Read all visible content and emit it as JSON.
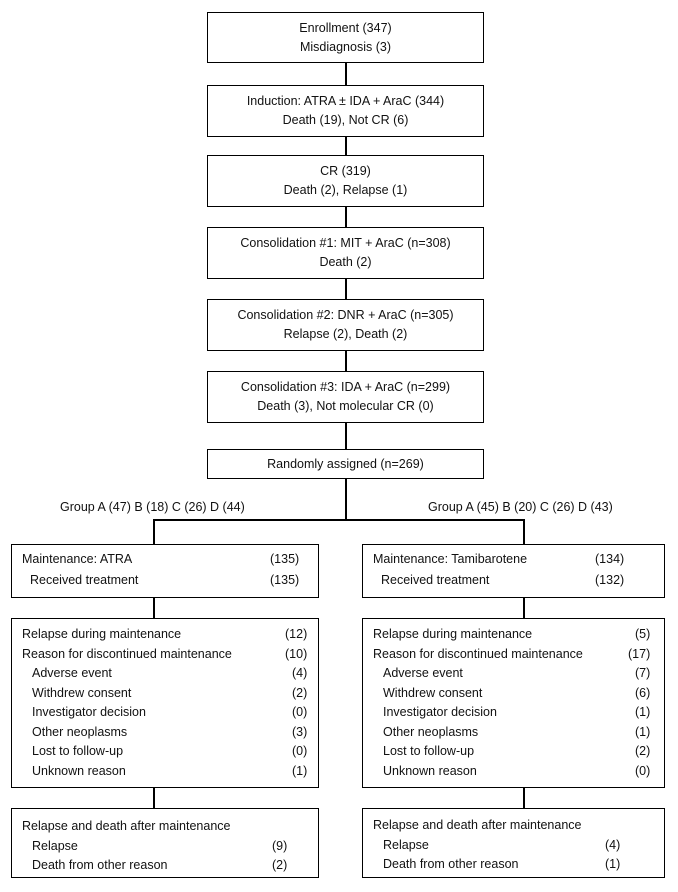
{
  "flow": {
    "enrollment": {
      "line1": "Enrollment (347)",
      "line2": "Misdiagnosis (3)"
    },
    "induction": {
      "line1": "Induction: ATRA ± IDA + AraC (344)",
      "line2": "Death (19), Not CR (6)"
    },
    "cr": {
      "line1": "CR (319)",
      "line2": "Death (2), Relapse (1)"
    },
    "consolidation1": {
      "line1": "Consolidation #1: MIT + AraC (n=308)",
      "line2": "Death (2)"
    },
    "consolidation2": {
      "line1": "Consolidation #2: DNR + AraC (n=305)",
      "line2": "Relapse (2), Death (2)"
    },
    "consolidation3": {
      "line1": "Consolidation #3: IDA + AraC (n=299)",
      "line2": "Death (3), Not molecular CR (0)"
    },
    "randomized": "Randomly assigned (n=269)"
  },
  "left": {
    "groups": "Group A (47) B (18) C (26) D (44)",
    "maintenance": {
      "title": "Maintenance: ATRA",
      "title_value": "(135)",
      "received": "Received treatment",
      "received_value": "(135)"
    },
    "discontinued": {
      "relapse": "Relapse during maintenance",
      "relapse_value": "(12)",
      "reason": "Reason for discontinued maintenance",
      "reason_value": "(10)",
      "items": [
        {
          "label": "Adverse event",
          "value": "(4)"
        },
        {
          "label": "Withdrew consent",
          "value": "(2)"
        },
        {
          "label": "Investigator decision",
          "value": "(0)"
        },
        {
          "label": "Other neoplasms",
          "value": "(3)"
        },
        {
          "label": "Lost to follow-up",
          "value": "(0)"
        },
        {
          "label": "Unknown reason",
          "value": "(1)"
        }
      ]
    },
    "after": {
      "title": "Relapse and death after maintenance",
      "relapse": "Relapse",
      "relapse_value": "(9)",
      "death": "Death from other reason",
      "death_value": "(2)"
    }
  },
  "right": {
    "groups": "Group A (45) B (20) C (26) D (43)",
    "maintenance": {
      "title": "Maintenance: Tamibarotene",
      "title_value": "(134)",
      "received": "Received treatment",
      "received_value": "(132)"
    },
    "discontinued": {
      "relapse": "Relapse during maintenance",
      "relapse_value": "(5)",
      "reason": "Reason for discontinued maintenance",
      "reason_value": "(17)",
      "items": [
        {
          "label": "Adverse event",
          "value": "(7)"
        },
        {
          "label": "Withdrew consent",
          "value": "(6)"
        },
        {
          "label": "Investigator decision",
          "value": "(1)"
        },
        {
          "label": "Other neoplasms",
          "value": "(1)"
        },
        {
          "label": "Lost to follow-up",
          "value": "(2)"
        },
        {
          "label": "Unknown reason",
          "value": "(0)"
        }
      ]
    },
    "after": {
      "title": "Relapse and death after maintenance",
      "relapse": "Relapse",
      "relapse_value": "(4)",
      "death": "Death from other reason",
      "death_value": "(1)"
    }
  }
}
